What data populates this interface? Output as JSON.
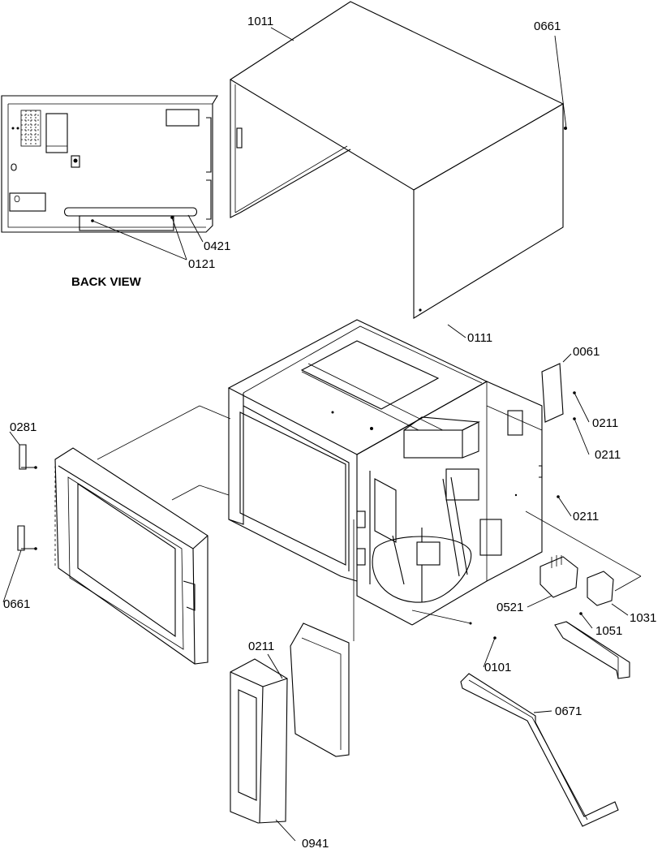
{
  "diagram": {
    "caption_back_view": "BACK VIEW",
    "callouts": {
      "c1011": "1011",
      "c0661_top": "0661",
      "c0421": "0421",
      "c0121": "0121",
      "c0111": "0111",
      "c0061": "0061",
      "c0211_a": "0211",
      "c0211_b": "0211",
      "c0211_c": "0211",
      "c0211_d": "0211",
      "c0281": "0281",
      "c0661_left": "0661",
      "c0521": "0521",
      "c1031": "1031",
      "c1051": "1051",
      "c0101": "0101",
      "c0671": "0671",
      "c0941": "0941"
    }
  }
}
